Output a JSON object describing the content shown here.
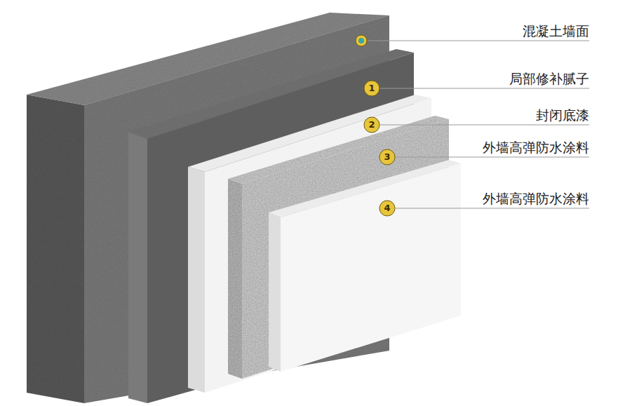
{
  "diagram": {
    "labels": [
      "混凝土墙面",
      "1",
      "局部修补腻子",
      "2",
      "封闭底漆",
      "3",
      "外墙高弹防水涂料",
      "4",
      "外墙高弹防水涂料"
    ]
  }
}
